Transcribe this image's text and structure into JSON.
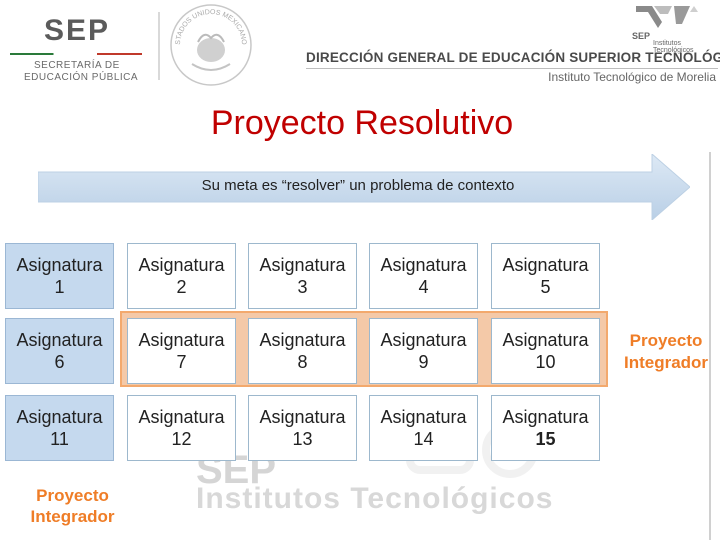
{
  "header": {
    "sep": "SEP",
    "sep_sub1": "SECRETARÍA DE",
    "sep_sub2": "EDUCACIÓN PÚBLICA",
    "seal_text": "ESTADOS UNIDOS MEXICANOS",
    "dgest": "DIRECCIÓN GENERAL DE EDUCACIÓN SUPERIOR TECNOLÓGICA",
    "institute": "Instituto Tecnológico de Morelia",
    "tec_sep": "SEP",
    "tec_name": "Institutos Tecnológicos"
  },
  "title": "Proyecto Resolutivo",
  "arrow_text": "Su meta es “resolver” un problema de contexto",
  "grid": {
    "rows": [
      [
        {
          "label": "Asignatura",
          "num": "1"
        },
        {
          "label": "Asignatura",
          "num": "2"
        },
        {
          "label": "Asignatura",
          "num": "3"
        },
        {
          "label": "Asignatura",
          "num": "4"
        },
        {
          "label": "Asignatura",
          "num": "5"
        }
      ],
      [
        {
          "label": "Asignatura",
          "num": "6"
        },
        {
          "label": "Asignatura",
          "num": "7"
        },
        {
          "label": "Asignatura",
          "num": "8"
        },
        {
          "label": "Asignatura",
          "num": "9"
        },
        {
          "label": "Asignatura",
          "num": "10"
        }
      ],
      [
        {
          "label": "Asignatura",
          "num": "11"
        },
        {
          "label": "Asignatura",
          "num": "12"
        },
        {
          "label": "Asignatura",
          "num": "13"
        },
        {
          "label": "Asignatura",
          "num": "14"
        },
        {
          "label": "Asignatura",
          "num": "15"
        }
      ]
    ]
  },
  "proyecto_integrador_right": {
    "line1": "Proyecto",
    "line2": "Integrador"
  },
  "proyecto_integrador_bottom": {
    "line1": "Proyecto",
    "line2": "Integrador"
  },
  "watermark": {
    "sep": "SEP",
    "text": "Institutos Tecnológicos"
  },
  "colors": {
    "title": "#c00000",
    "accent_orange": "#ef7d27",
    "highlight_fill": "#f4c9a8",
    "first_column_fill": "#c5d9ee",
    "arrow_fill": "#c5d9ee"
  }
}
